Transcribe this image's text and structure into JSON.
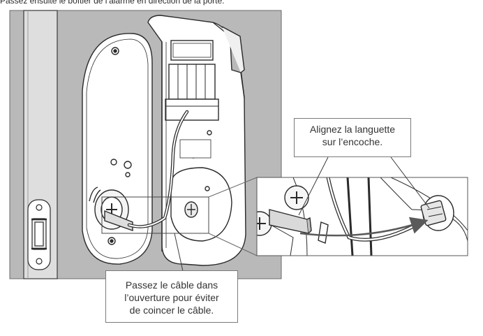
{
  "instruction": "Passez ensuite le boîtier de l’alarme en direction de la porte.",
  "callouts": {
    "tab_alignment": [
      "Alignez la languette",
      "sur l’encoche."
    ],
    "cable_routing": [
      "Passez le câble dans",
      "l’ouverture pour éviter",
      "de coincer le câble."
    ]
  },
  "colors": {
    "panel_background": "#b9b9b9",
    "door_edge": "#dedede",
    "line": "#3a3a3a",
    "callout_border": "#7a7a7a",
    "arrow": "#5a5a5a"
  }
}
